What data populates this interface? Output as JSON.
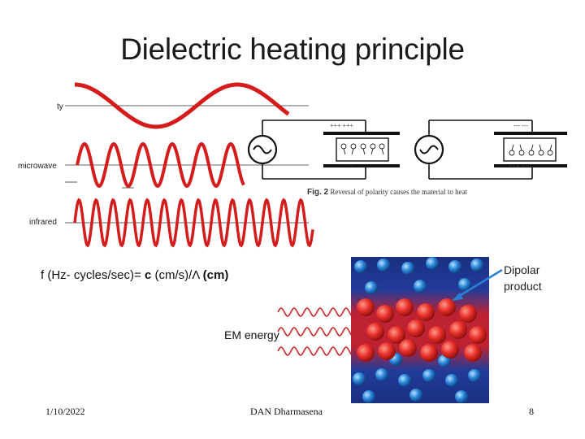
{
  "slide": {
    "title": "Dielectric heating principle",
    "wave_labels": {
      "top": "ty",
      "middle": "microwave",
      "bottom": "infrared"
    },
    "figure2": {
      "polarity_left_top": "+++ +++",
      "polarity_left_bottom": "--- ---",
      "polarity_right_top": "--- ---",
      "polarity_right_bottom": "+++ +++",
      "caption_label": "Fig. 2",
      "caption_text": "Reversal of polarity causes the material to heat"
    },
    "formula": {
      "prefix": "f (Hz- cycles/sec)= ",
      "c": "c",
      "mid": " (cm/s)/Λ ",
      "suffix": "(cm)"
    },
    "em_energy_label": "EM energy",
    "dipolar_label_line1": "Dipolar",
    "dipolar_label_line2": "product"
  },
  "footer": {
    "date": "1/10/2022",
    "author": "DAN Dharmasena",
    "page": "8"
  },
  "colors": {
    "wave_red": "#d41c1c",
    "molecule_red": "#e8302a",
    "molecule_blue": "#2a86d8",
    "panel_blue": "#1f3fa0"
  }
}
